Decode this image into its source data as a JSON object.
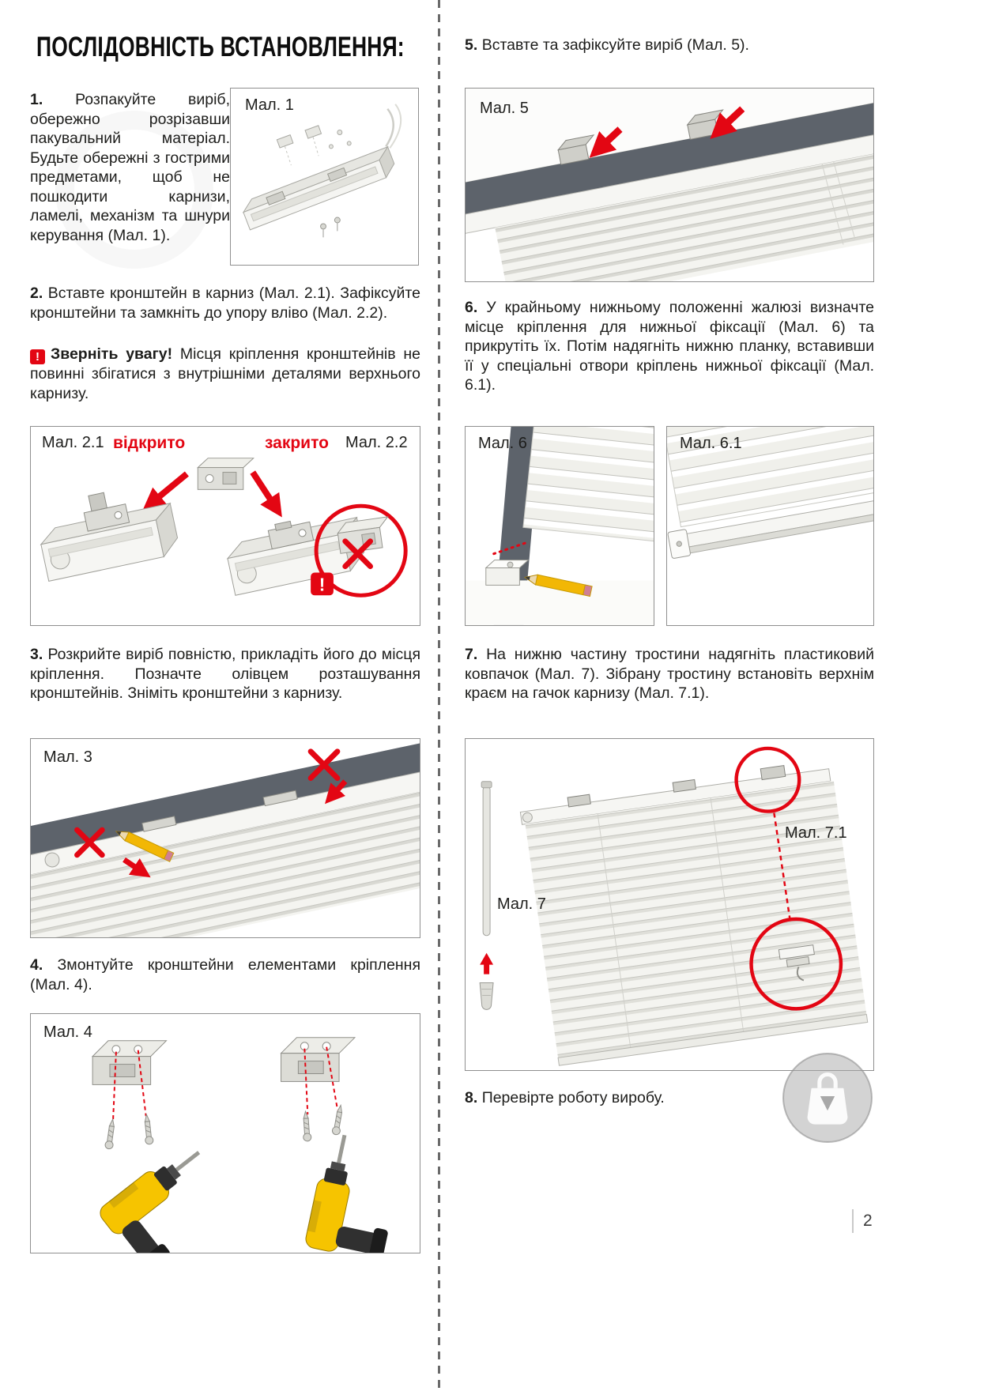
{
  "page": {
    "title": "ПОСЛІДОВНІСТЬ ВСТАНОВЛЕННЯ:",
    "number": "2"
  },
  "colors": {
    "accent_red": "#e30613",
    "window_gap_gray": "#5d636b"
  },
  "steps": {
    "s1": {
      "num": "1.",
      "text": "Розпакуйте виріб, обережно розрізавши пакувальний матеріал. Будьте обережні з гострими предметами, щоб не пошкодити карнизи, ламелі, механізм та шнури керування (Мал. 1)."
    },
    "s2": {
      "num": "2.",
      "text": "Вставте кронштейн в карниз (Мал. 2.1). Зафіксуйте кронштейни та замкніть до упору вліво (Мал. 2.2)."
    },
    "s2_warning": {
      "icon": "!",
      "title": "Зверніть увагу!",
      "text": "Місця кріплення кронштейнів не повинні збігатися з внутрішніми деталями верхнього карнизу."
    },
    "s3": {
      "num": "3.",
      "text": "Розкрийте виріб повністю, прикладіть його до місця кріплення. Позначте олівцем розташування кронштейнів. Зніміть кронштейни з карнизу."
    },
    "s4": {
      "num": "4.",
      "text": "Змонтуйте кронштейни елементами кріплення (Мал. 4)."
    },
    "s5": {
      "num": "5.",
      "text": "Вставте та зафіксуйте виріб (Мал. 5)."
    },
    "s6": {
      "num": "6.",
      "text": "У крайньому нижньому положенні жалюзі визначте місце кріплення для нижньої фіксації (Мал. 6) та прикрутіть їх. Потім надягніть нижню планку, вставивши її у спеціальні отвори кріплень нижньої фіксації (Мал. 6.1)."
    },
    "s7": {
      "num": "7.",
      "text": "На нижню частину тростини надягніть пластиковий ковпачок (Мал. 7). Зібрану тростину встановіть верхнім краєм на гачок карнизу (Мал. 7.1)."
    },
    "s8": {
      "num": "8.",
      "text": "Перевірте роботу виробу."
    }
  },
  "figures": {
    "fig1": "Мал. 1",
    "fig2_1": "Мал. 2.1",
    "fig2_2": "Мал. 2.2",
    "fig2_open": "відкрито",
    "fig2_closed": "закрито",
    "fig2_exclamation": "!",
    "fig3": "Мал. 3",
    "fig4": "Мал. 4",
    "fig5": "Мал. 5",
    "fig6": "Мал. 6",
    "fig6_1": "Мал. 6.1",
    "fig7": "Мал. 7",
    "fig7_1": "Мал. 7.1"
  }
}
